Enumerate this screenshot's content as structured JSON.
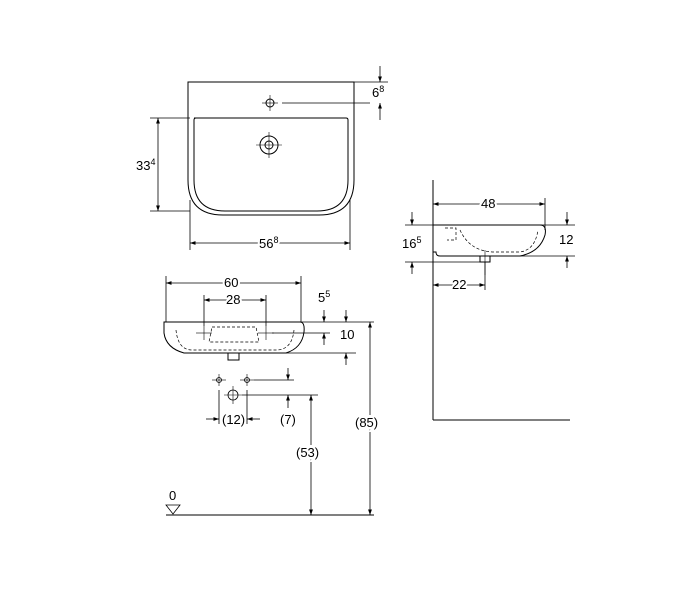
{
  "top_view": {
    "depth_main": "33",
    "depth_main_sup": "4",
    "width_main": "56",
    "width_main_sup": "8",
    "tap_offset": "6",
    "tap_offset_sup": "8"
  },
  "front_view": {
    "width_total": "60",
    "hole_spacing": "28",
    "rim_height": "5",
    "rim_height_sup": "5",
    "basin_height": "10",
    "outlet_spacing": "(12)",
    "outlet_height": "(7)",
    "drain_height": "(53)",
    "rim_from_floor": "(85)",
    "floor_level": "0"
  },
  "side_view": {
    "depth_total": "48",
    "rear_height": "16",
    "rear_height_sup": "5",
    "front_height": "12",
    "drain_distance": "22"
  }
}
